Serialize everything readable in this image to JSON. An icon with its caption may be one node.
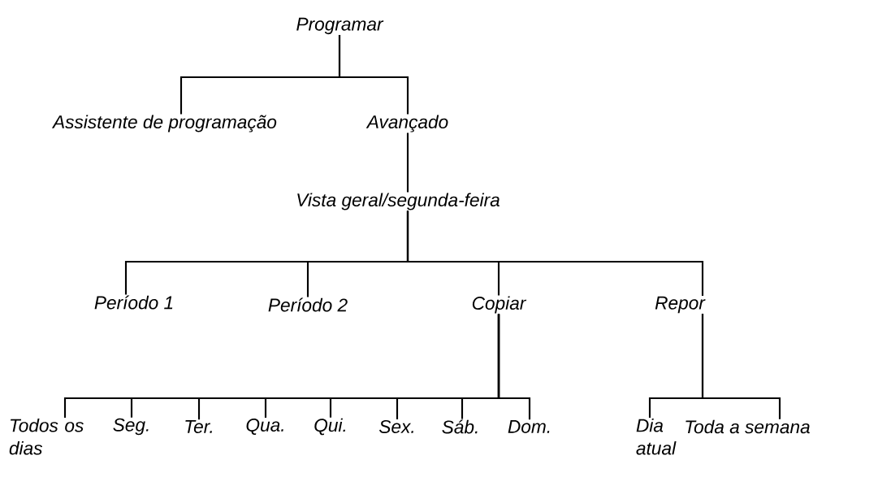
{
  "diagram": {
    "nodes": [
      {
        "text": [
          "Programar"
        ]
      },
      {
        "text": [
          "Assistente de programação"
        ]
      },
      {
        "text": [
          "Avançado"
        ]
      },
      {
        "text": [
          "Vista geral/segunda-feira"
        ]
      },
      {
        "text": [
          "Período 1"
        ]
      },
      {
        "text": [
          "Período 2"
        ]
      },
      {
        "text": [
          "Copiar"
        ]
      },
      {
        "text": [
          "Repor"
        ]
      },
      {
        "text": [
          "Todos os dias"
        ]
      },
      {
        "text": [
          "Seg."
        ]
      },
      {
        "text": [
          "Ter."
        ]
      },
      {
        "text": [
          "Qua."
        ]
      },
      {
        "text": [
          "Qui."
        ]
      },
      {
        "text": [
          "Sex."
        ]
      },
      {
        "text": [
          "Sáb."
        ]
      },
      {
        "text": [
          "Dom."
        ]
      },
      {
        "text": [
          "Dia atual"
        ]
      },
      {
        "text": [
          "Toda a semana"
        ]
      }
    ],
    "edges": [
      {
        "from": 0,
        "to": 1,
        "arrow": "none"
      },
      {
        "from": 0,
        "to": 2,
        "arrow": "none"
      },
      {
        "from": 2,
        "to": 3,
        "arrow": "none"
      },
      {
        "from": 3,
        "to": 4,
        "arrow": "none"
      },
      {
        "from": 3,
        "to": 5,
        "arrow": "none"
      },
      {
        "from": 3,
        "to": 6,
        "arrow": "none"
      },
      {
        "from": 3,
        "to": 7,
        "arrow": "none"
      },
      {
        "from": 6,
        "to": 8,
        "arrow": "none"
      },
      {
        "from": 6,
        "to": 9,
        "arrow": "none"
      },
      {
        "from": 6,
        "to": 10,
        "arrow": "none"
      },
      {
        "from": 6,
        "to": 11,
        "arrow": "none"
      },
      {
        "from": 6,
        "to": 12,
        "arrow": "none"
      },
      {
        "from": 6,
        "to": 13,
        "arrow": "none"
      },
      {
        "from": 6,
        "to": 14,
        "arrow": "none"
      },
      {
        "from": 6,
        "to": 15,
        "arrow": "none"
      },
      {
        "from": 7,
        "to": 16,
        "arrow": "none"
      },
      {
        "from": 7,
        "to": 17,
        "arrow": "none"
      }
    ]
  }
}
